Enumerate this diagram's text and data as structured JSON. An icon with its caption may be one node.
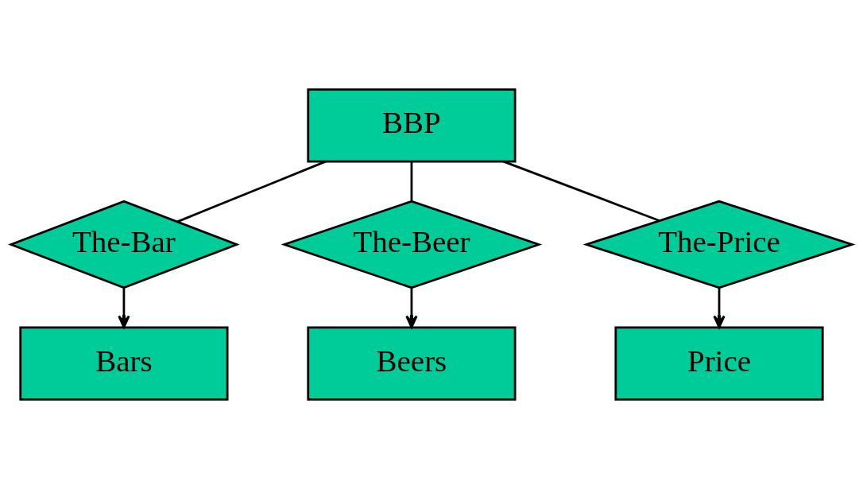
{
  "diagram": {
    "nodes": [
      {
        "text": [
          "BBP"
        ]
      },
      {
        "text": [
          "The-Bar"
        ]
      },
      {
        "text": [
          "The-Beer"
        ]
      },
      {
        "text": [
          "The-Price"
        ]
      },
      {
        "text": [
          "Bars"
        ]
      },
      {
        "text": [
          "Beers"
        ]
      },
      {
        "text": [
          "Price"
        ]
      }
    ],
    "edges": [
      {
        "from": 0,
        "to": 1,
        "arrow": "none"
      },
      {
        "from": 0,
        "to": 2,
        "arrow": "none"
      },
      {
        "from": 0,
        "to": 3,
        "arrow": "none"
      },
      {
        "from": 1,
        "to": 4,
        "arrow": "to"
      },
      {
        "from": 2,
        "to": 5,
        "arrow": "to"
      },
      {
        "from": 3,
        "to": 6,
        "arrow": "to"
      }
    ]
  }
}
